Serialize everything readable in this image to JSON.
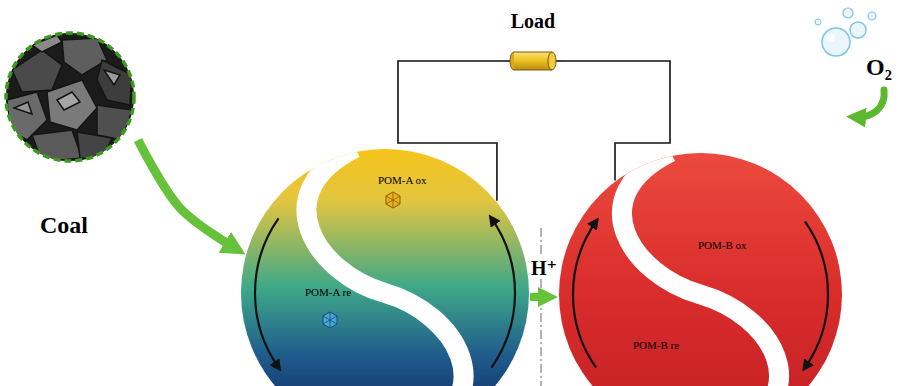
{
  "diagram": {
    "nodes": [
      {
        "text": [
          "Coal"
        ]
      },
      {
        "text": [
          "POM-A ox",
          "POM-A re"
        ]
      },
      {
        "text": [
          "Load"
        ]
      },
      {
        "text": [
          "POM-B ox",
          "POM-B re"
        ]
      }
    ],
    "edges": [
      {
        "from": 0,
        "to": 1,
        "arrow": "to"
      },
      {
        "from": 1,
        "to": 3,
        "label": "H⁺",
        "arrow": "to"
      },
      {
        "from": 1,
        "to": 2,
        "arrow": "none"
      },
      {
        "from": 2,
        "to": 3,
        "arrow": "none"
      }
    ],
    "labels": [
      "O₂"
    ]
  }
}
